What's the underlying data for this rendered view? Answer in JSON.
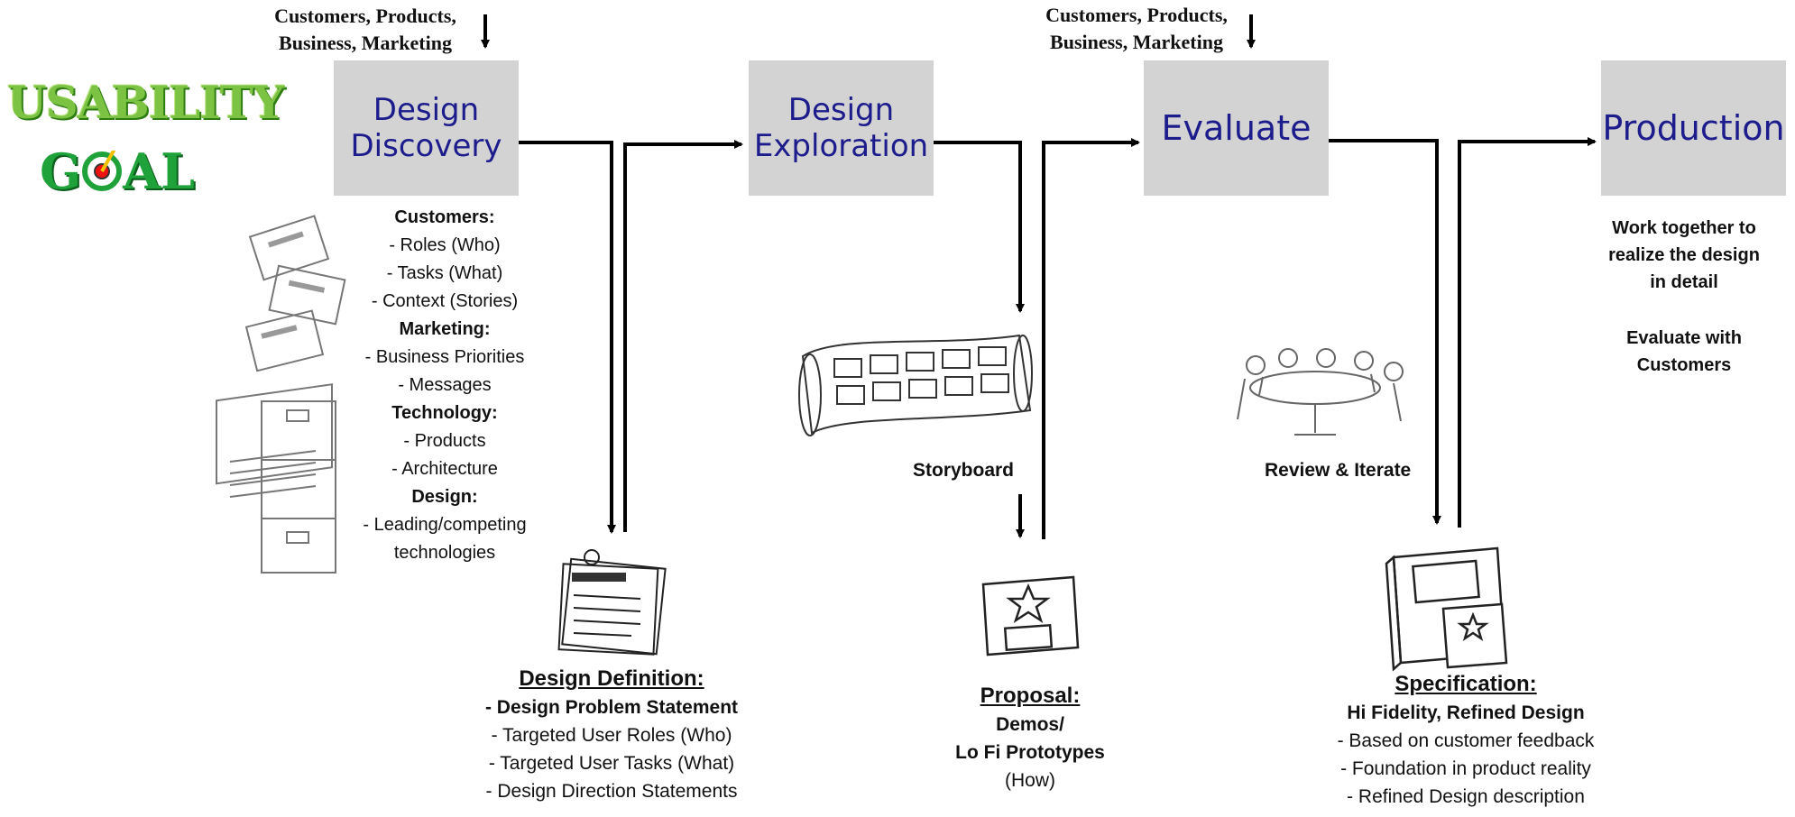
{
  "logo": {
    "line1": "USABILITY",
    "line2_left": "G",
    "line2_right": "AL"
  },
  "inputs": {
    "left": {
      "line1": "Customers, Products,",
      "line2": "Business, Marketing"
    },
    "right": {
      "line1": "Customers, Products,",
      "line2": "Business, Marketing"
    }
  },
  "phases": [
    {
      "label": "Design\nDiscovery"
    },
    {
      "label": "Design\nExploration"
    },
    {
      "label": "Evaluate"
    },
    {
      "label": "Production"
    }
  ],
  "discovery_list": [
    {
      "text": "Customers:",
      "bold": true
    },
    {
      "text": "- Roles (Who)",
      "bold": false
    },
    {
      "text": "- Tasks (What)",
      "bold": false
    },
    {
      "text": "- Context (Stories)",
      "bold": false
    },
    {
      "text": "Marketing:",
      "bold": true
    },
    {
      "text": "- Business Priorities",
      "bold": false
    },
    {
      "text": "- Messages",
      "bold": false
    },
    {
      "text": "Technology:",
      "bold": true
    },
    {
      "text": "- Products",
      "bold": false
    },
    {
      "text": "- Architecture",
      "bold": false
    },
    {
      "text": "Design:",
      "bold": true
    },
    {
      "text": "- Leading/competing",
      "bold": false
    },
    {
      "text": "technologies",
      "bold": false
    }
  ],
  "production_notes": {
    "line1": "Work together to",
    "line2": "realize the design",
    "line3": "in detail",
    "line4": "Evaluate with",
    "line5": "Customers"
  },
  "storyboard_label": "Storyboard",
  "review_label": "Review & Iterate",
  "design_definition": {
    "title": "Design Definition:",
    "line1": "- Design Problem Statement",
    "line2": "- Targeted User Roles (Who)",
    "line3": "- Targeted User Tasks (What)",
    "line4": "- Design Direction Statements"
  },
  "proposal": {
    "title": "Proposal:",
    "line1": "Demos/",
    "line2": "Lo Fi Prototypes",
    "line3": "(How)"
  },
  "specification": {
    "title": "Specification:",
    "line1": "Hi Fidelity, Refined Design",
    "line2": "- Based on customer feedback",
    "line3": "- Foundation in product reality",
    "line4": "- Refined Design description"
  },
  "icons": [
    "index-cards-icon",
    "file-cabinet-icon",
    "clipboard-document-icon",
    "storyboard-scroll-icon",
    "floppy-disk-icon",
    "meeting-table-icon",
    "spec-book-icon",
    "target-icon"
  ],
  "colors": {
    "phase_box": "#d3d3d3",
    "phase_text": "#1c1c8c",
    "logo_green": "#7cc243"
  }
}
